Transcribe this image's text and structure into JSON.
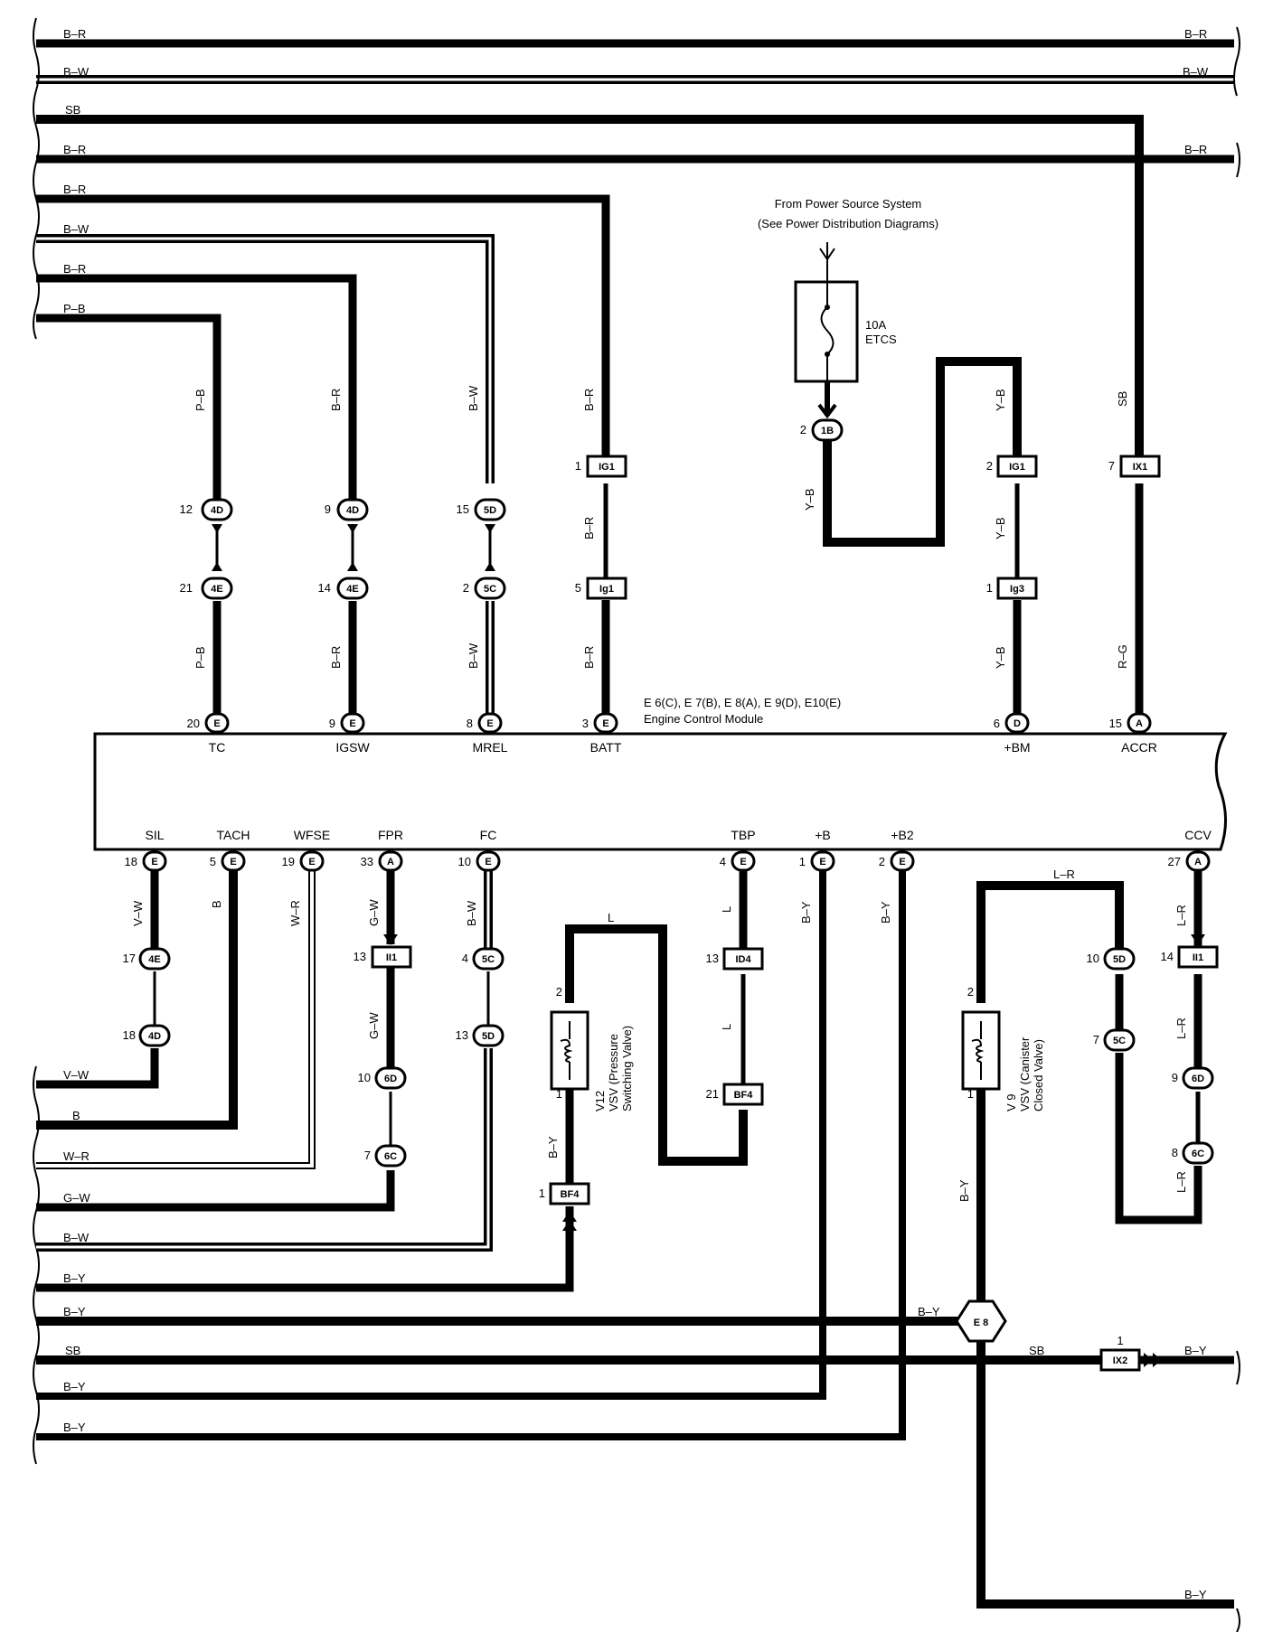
{
  "power_source": {
    "line1": "From Power Source System",
    "line2": "(See Power Distribution Diagrams)"
  },
  "fuse": {
    "rating": "10A",
    "name": "ETCS"
  },
  "ecm": {
    "connectors": "E 6(C), E 7(B), E 8(A), E 9(D), E10(E)",
    "name": "Engine Control Module"
  },
  "left_buses": [
    "B–R",
    "B–W",
    "SB",
    "B–R",
    "B–R",
    "B–W",
    "B–R",
    "P–B"
  ],
  "right_buses": [
    "B–R",
    "B–W",
    "B–R"
  ],
  "top_pins": [
    {
      "name": "TC",
      "num": "20",
      "conn": "E"
    },
    {
      "name": "IGSW",
      "num": "9",
      "conn": "E"
    },
    {
      "name": "MREL",
      "num": "8",
      "conn": "E"
    },
    {
      "name": "BATT",
      "num": "3",
      "conn": "E"
    },
    {
      "name": "+BM",
      "num": "6",
      "conn": "D"
    },
    {
      "name": "ACCR",
      "num": "15",
      "conn": "A"
    }
  ],
  "bottom_pins": [
    {
      "name": "SIL",
      "num": "18",
      "conn": "E"
    },
    {
      "name": "TACH",
      "num": "5",
      "conn": "E"
    },
    {
      "name": "WFSE",
      "num": "19",
      "conn": "E"
    },
    {
      "name": "FPR",
      "num": "33",
      "conn": "A"
    },
    {
      "name": "FC",
      "num": "10",
      "conn": "E"
    },
    {
      "name": "TBP",
      "num": "4",
      "conn": "E"
    },
    {
      "name": "+B",
      "num": "1",
      "conn": "E"
    },
    {
      "name": "+B2",
      "num": "2",
      "conn": "E"
    },
    {
      "name": "CCV",
      "num": "27",
      "conn": "A"
    }
  ],
  "wire_colors": {
    "p_b": "P–B",
    "b_r": "B–R",
    "b_w": "B–W",
    "sb": "SB",
    "y_b": "Y–B",
    "r_g": "R–G",
    "v_w": "V–W",
    "b": "B",
    "w_r": "W–R",
    "g_w": "G–W",
    "l": "L",
    "b_y": "B–Y",
    "l_r": "L–R"
  },
  "connectors": {
    "c4D": "4D",
    "c4E": "4E",
    "c5D": "5D",
    "c5C": "5C",
    "c6D": "6D",
    "c6C": "6C",
    "c1B": "1B",
    "IG1": "IG1",
    "Ig1": "Ig1",
    "Ig3": "Ig3",
    "IX1": "IX1",
    "II1": "II1",
    "ID4": "ID4",
    "BF4": "BF4",
    "IX2": "IX2",
    "E8": "E 8"
  },
  "pin_numbers": {
    "n1": "1",
    "n2": "2",
    "n5": "5",
    "n7": "7",
    "n8": "8",
    "n9": "9",
    "n10": "10",
    "n12": "12",
    "n13": "13",
    "n14": "14",
    "n15": "15",
    "n17": "17",
    "n18": "18",
    "n21": "21",
    "n4": "4"
  },
  "components": {
    "v12_name": "V12",
    "v12_line1": "VSV (Pressure",
    "v12_line2": "Switching Valve)",
    "v9_name": "V 9",
    "v9_line1": "VSV (Canister",
    "v9_line2": "Closed Valve)"
  },
  "bottom_left_buses": [
    "V–W",
    "B",
    "W–R",
    "G–W",
    "B–W",
    "B–Y",
    "B–Y",
    "SB",
    "B–Y",
    "B–Y"
  ]
}
